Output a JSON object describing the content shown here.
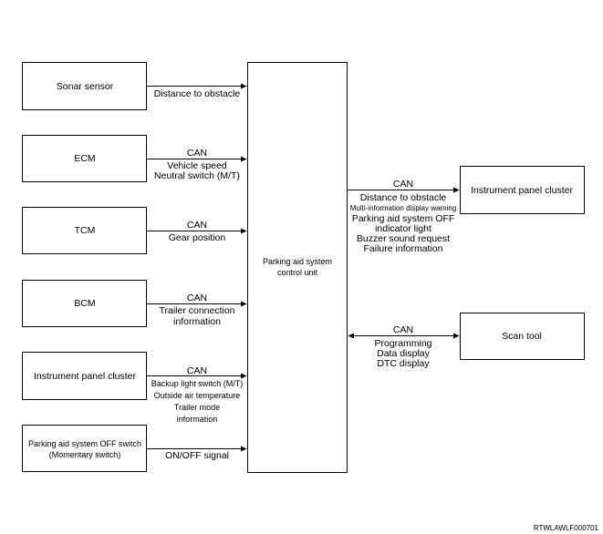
{
  "nodes": {
    "sonar": "Sonar sensor",
    "ecm": "ECM",
    "tcm": "TCM",
    "bcm": "BCM",
    "ipc_in": "Instrument panel cluster",
    "pas_switch_line1": "Parking aid system OFF switch",
    "pas_switch_line2": "(Momentary switch)",
    "control_unit_line1": "Parking aid system",
    "control_unit_line2": "control unit",
    "ipc_out": "Instrument panel cluster",
    "scan_tool": "Scan tool"
  },
  "signals": {
    "sonar": [
      "Distance to obstacle"
    ],
    "ecm": [
      "CAN",
      "Vehicle speed",
      "Neutral switch (M/T)"
    ],
    "tcm": [
      "CAN",
      "Gear position"
    ],
    "bcm": [
      "CAN",
      "Trailer connection",
      "information"
    ],
    "ipc_in": [
      "CAN",
      "Backup light switch (M/T)",
      "Outside air temperature",
      "Trailer mode",
      "information"
    ],
    "pas_switch": [
      "ON/OFF signal"
    ],
    "ipc_out": [
      "CAN",
      "Distance to obstacle",
      "Multi-information display warning",
      "Parking aid system OFF",
      "indicator light",
      "Buzzer sound request",
      "Failure information"
    ],
    "scan_tool": [
      "CAN",
      "Programming",
      "Data display",
      "DTC display"
    ]
  },
  "reference_code": "RTWLAWLF000701"
}
